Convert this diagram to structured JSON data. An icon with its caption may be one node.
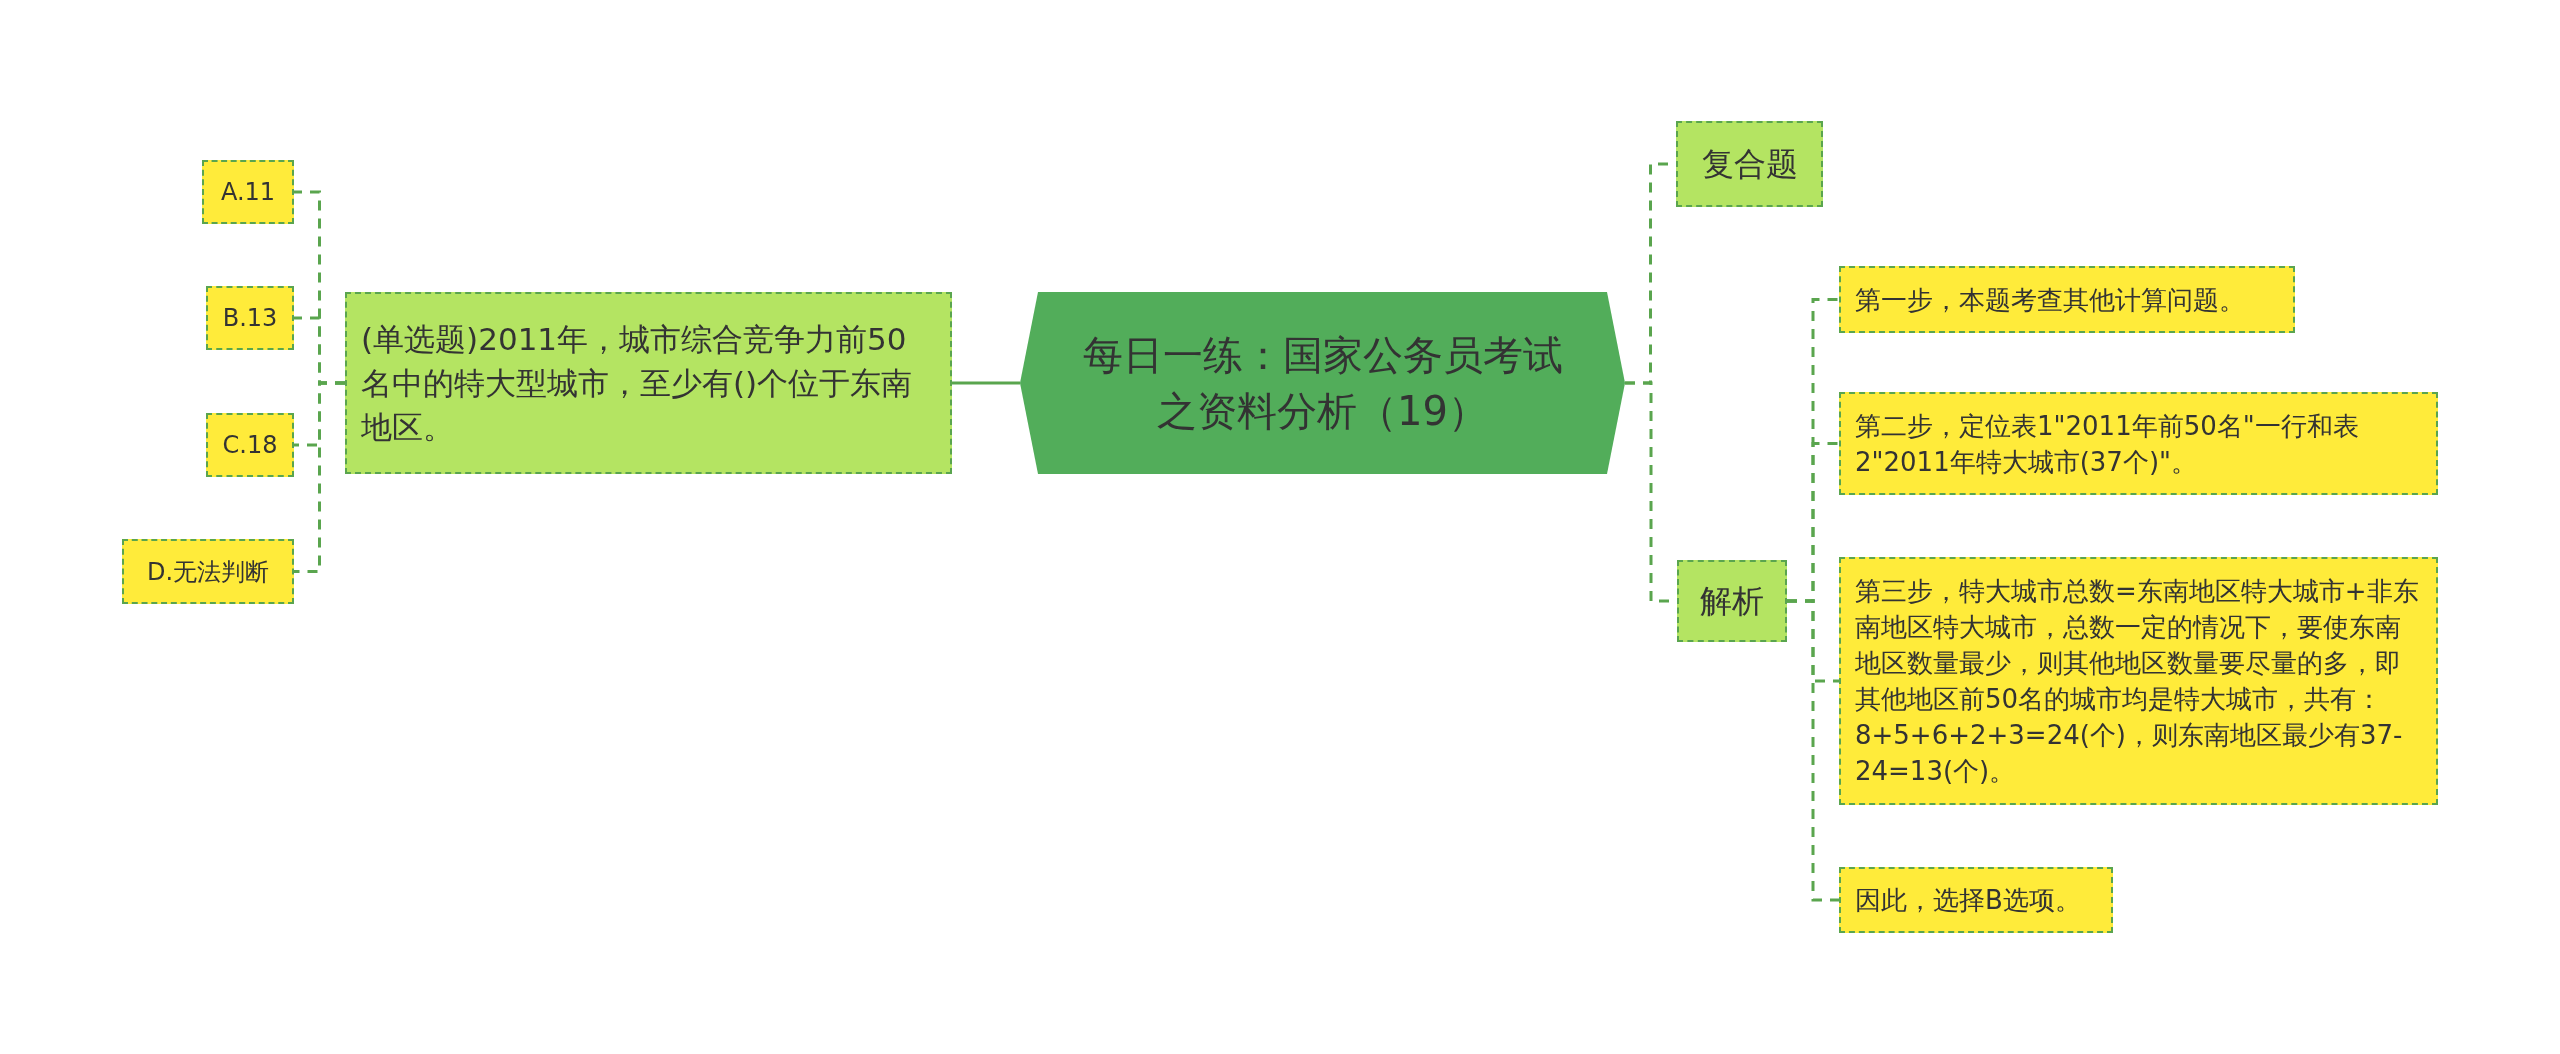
{
  "diagram": {
    "nodes": [
      {
        "text": [
          "每日一练：国家公务员考试之资料分析（19）"
        ]
      },
      {
        "text": [
          "(单选题)2011年，城市综合竞争力前50名中的特大型城市，至少有()个位于东南地区。"
        ]
      },
      {
        "text": [
          "A.11"
        ]
      },
      {
        "text": [
          "B.13"
        ]
      },
      {
        "text": [
          "C.18"
        ]
      },
      {
        "text": [
          "D.无法判断"
        ]
      },
      {
        "text": [
          "复合题"
        ]
      },
      {
        "text": [
          "解析"
        ]
      },
      {
        "text": [
          "第一步，本题考查其他计算问题。"
        ]
      },
      {
        "text": [
          "第二步，定位表1\"2011年前50名\"一行和表2\"2011年特大城市(37个)\"。"
        ]
      },
      {
        "text": [
          "第三步，特大城市总数=东南地区特大城市+非东南地区特大城市，总数一定的情况下，要使东南地区数量最少，则其他地区数量要尽量的多，即其他地区前50名的城市均是特大城市，共有：8+5+6+2+3=24(个)，则东南地区最少有37-24=13(个)。"
        ]
      },
      {
        "text": [
          "因此，选择B选项。"
        ]
      }
    ],
    "edges": [
      {
        "from": 0,
        "to": 1,
        "arrow": "none"
      },
      {
        "from": 1,
        "to": 2,
        "arrow": "none",
        "style": "dashed"
      },
      {
        "from": 1,
        "to": 3,
        "arrow": "none",
        "style": "dashed"
      },
      {
        "from": 1,
        "to": 4,
        "arrow": "none",
        "style": "dashed"
      },
      {
        "from": 1,
        "to": 5,
        "arrow": "none",
        "style": "dashed"
      },
      {
        "from": 0,
        "to": 6,
        "arrow": "none",
        "style": "dashed"
      },
      {
        "from": 0,
        "to": 7,
        "arrow": "none",
        "style": "dashed"
      },
      {
        "from": 7,
        "to": 8,
        "arrow": "none",
        "style": "dashed"
      },
      {
        "from": 7,
        "to": 9,
        "arrow": "none",
        "style": "dashed"
      },
      {
        "from": 7,
        "to": 10,
        "arrow": "none",
        "style": "dashed"
      },
      {
        "from": 7,
        "to": 11,
        "arrow": "none",
        "style": "dashed"
      }
    ]
  }
}
